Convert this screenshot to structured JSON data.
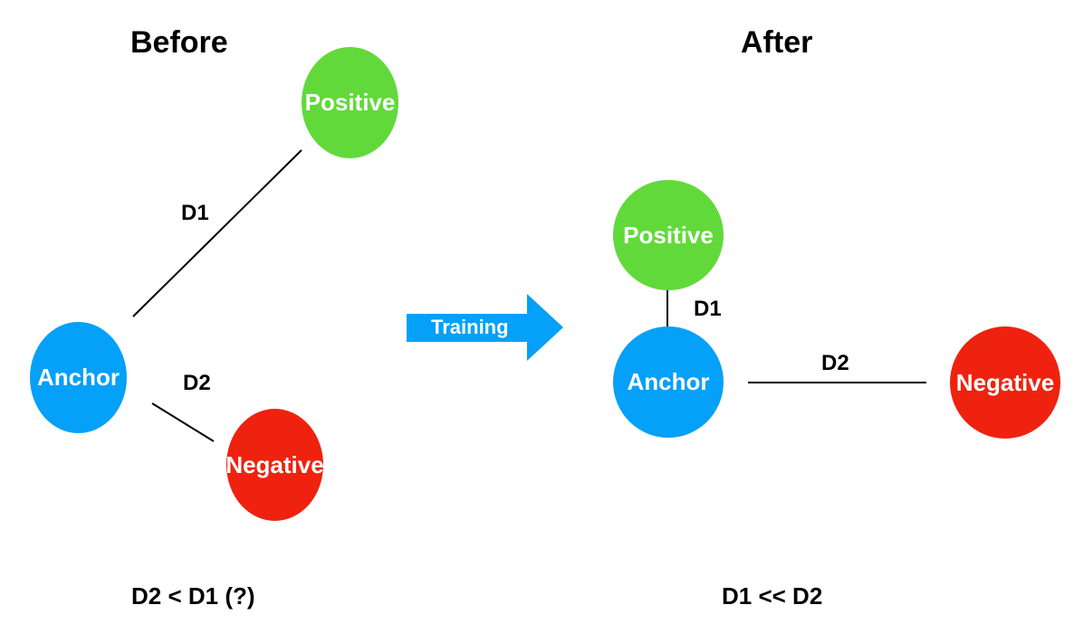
{
  "before": {
    "title": "Before",
    "nodes": {
      "positive": {
        "label": "Positive",
        "color": "#62d93a"
      },
      "anchor": {
        "label": "Anchor",
        "color": "#05a0f8"
      },
      "negative": {
        "label": "Negative",
        "color": "#ee220f"
      }
    },
    "edges": {
      "d1": "D1",
      "d2": "D2"
    },
    "caption": "D2 < D1 (?)"
  },
  "arrow": {
    "label": "Training",
    "color": "#05a0f8"
  },
  "after": {
    "title": "After",
    "nodes": {
      "positive": {
        "label": "Positive",
        "color": "#62d93a"
      },
      "anchor": {
        "label": "Anchor",
        "color": "#05a0f8"
      },
      "negative": {
        "label": "Negative",
        "color": "#ee220f"
      }
    },
    "edges": {
      "d1": "D1",
      "d2": "D2"
    },
    "caption": "D1 << D2"
  }
}
